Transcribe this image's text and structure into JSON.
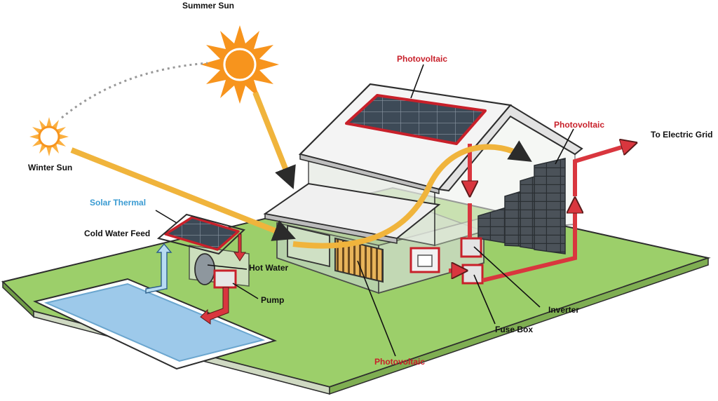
{
  "labels": {
    "summer_sun": "Summer Sun",
    "winter_sun": "Winter Sun",
    "solar_thermal": "Solar Thermal",
    "cold_water_feed": "Cold Water Feed",
    "hot_water": "Hot Water",
    "pump": "Pump",
    "photovoltaic_roof": "Photovoltaic",
    "photovoltaic_wall": "Photovoltaic",
    "photovoltaic_window": "Photovoltaic",
    "to_electric_grid": "To Electric Grid",
    "inverter": "Inverter",
    "fuse_box": "Fuse Box"
  },
  "colors": {
    "sun": "#f7941d",
    "sun_ray": "#fbb040",
    "pv_frame": "#c8202a",
    "pv_cell": "#3d4a57",
    "electric_line": "#d9363e",
    "water_line": "#8fc6e8",
    "solar_beam": "#f0b43c",
    "grass": "#9ccf6a",
    "pool_water": "#9dc9ea",
    "label_red": "#c8202a",
    "label_blue": "#3a9bd2",
    "battery": "#4b5259"
  },
  "icons": [
    "summer-sun-icon",
    "winter-sun-icon",
    "solar-beam-arrow",
    "electric-flow-arrow"
  ]
}
